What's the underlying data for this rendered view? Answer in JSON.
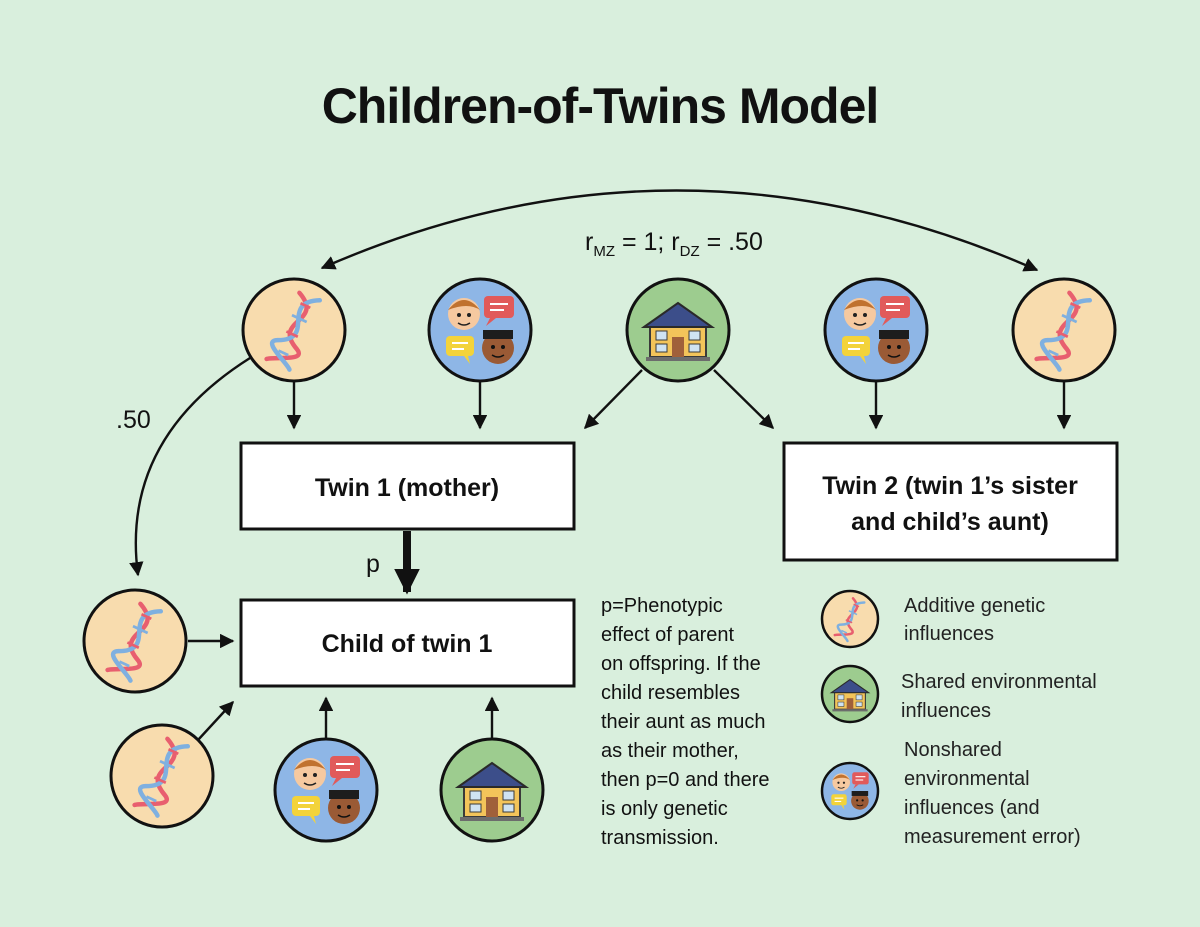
{
  "title": "Children-of-Twins Model",
  "correlation": {
    "r": "r",
    "mz": "MZ",
    "mz_value": " = 1; r",
    "dz": "DZ",
    "dz_value": " = .50"
  },
  "path_label_genetic": ".50",
  "path_label_p": "p",
  "boxes": {
    "twin1": "Twin 1 (mother)",
    "twin2_line1": "Twin 2 (twin 1’s sister",
    "twin2_line2": "and child’s aunt)",
    "child": "Child of twin 1"
  },
  "note_lines": [
    "p=Phenotypic",
    "effect of parent",
    "on offspring. If the",
    "child resembles",
    "their aunt as much",
    "as their mother,",
    "then p=0 and there",
    "is only genetic",
    "transmission."
  ],
  "legend": {
    "genetic": [
      "Additive genetic",
      "influences"
    ],
    "shared": [
      "Shared environmental",
      "influences"
    ],
    "nonshared": [
      "Nonshared",
      "environmental",
      "influences (and",
      "measurement error)"
    ]
  },
  "colors": {
    "background": "#d9efdd",
    "genetic_circle": "#f8dcae",
    "shared_circle": "#9dcc8f",
    "nonshared_circle": "#8eb6e6",
    "dna_red": "#e85f6f",
    "dna_blue": "#7fb0e0"
  },
  "icons": {
    "genetic": "dna-icon",
    "shared": "house-icon",
    "nonshared": "people-chat-icon"
  }
}
